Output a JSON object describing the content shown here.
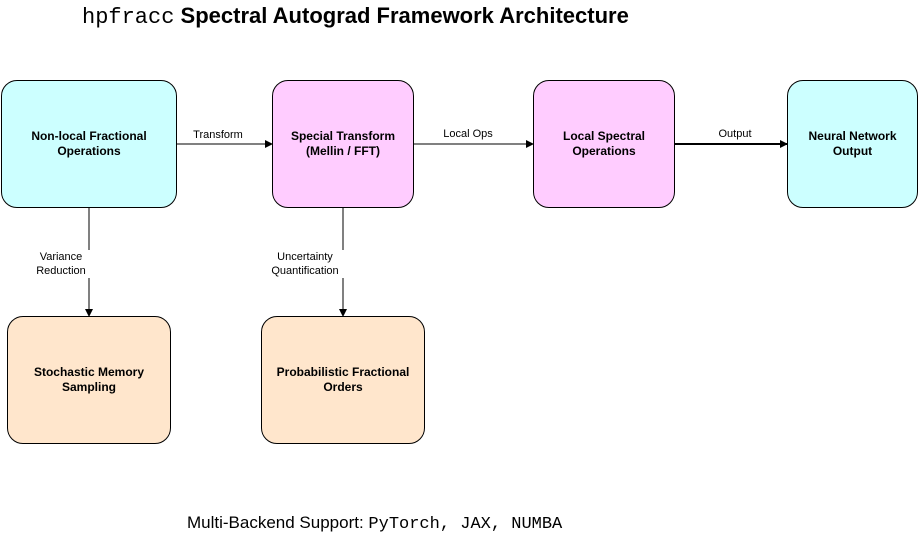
{
  "title": {
    "prefix": "hpfracc",
    "main": "Spectral Autograd Framework Architecture"
  },
  "nodes": {
    "nonlocal": {
      "label": "Non-local Fractional\nOperations",
      "color": "#ccffff"
    },
    "special": {
      "label": "Special Transform\n(Mellin / FFT)",
      "color": "#ffccff"
    },
    "local": {
      "label": "Local Spectral\nOperations",
      "color": "#ffccff"
    },
    "neural": {
      "label": "Neural Network\nOutput",
      "color": "#ccffff"
    },
    "stochastic": {
      "label": "Stochastic Memory\nSampling",
      "color": "#ffe6cc"
    },
    "probabilistic": {
      "label": "Probabilistic Fractional\nOrders",
      "color": "#ffe6cc"
    }
  },
  "edges": {
    "transform": "Transform",
    "local_ops": "Local Ops",
    "output": "Output",
    "variance": "Variance\nReduction",
    "uncertainty": "Uncertainty\nQuantification"
  },
  "footer": {
    "prefix": "Multi-Backend Support: ",
    "backends": "PyTorch, JAX, NUMBA"
  }
}
